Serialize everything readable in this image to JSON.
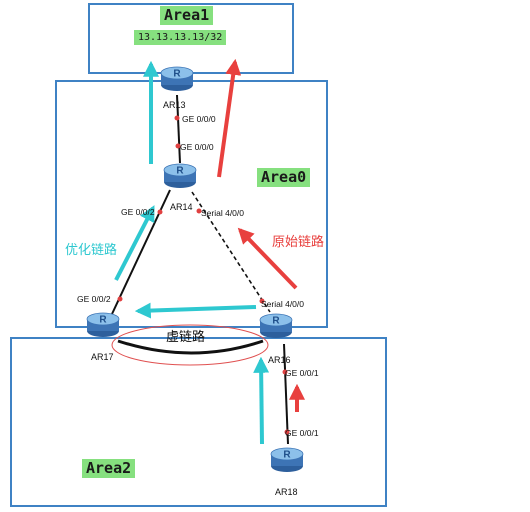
{
  "areas": {
    "area1": {
      "label": "Area1",
      "prefix": "13.13.13.13/32"
    },
    "area0": {
      "label": "Area0"
    },
    "area2": {
      "label": "Area2"
    }
  },
  "routers": {
    "ar13": {
      "name": "AR13",
      "glyph": "R"
    },
    "ar14": {
      "name": "AR14",
      "glyph": "R"
    },
    "ar16": {
      "name": "AR16",
      "glyph": "R"
    },
    "ar17": {
      "name": "AR17",
      "glyph": "R"
    },
    "ar18": {
      "name": "AR18",
      "glyph": "R"
    }
  },
  "interfaces": {
    "ar13_ge000": "GE 0/0/0",
    "ar14_ge000": "GE 0/0/0",
    "ar14_ge002": "GE 0/0/2",
    "ar14_serial400": "Serial 4/0/0",
    "ar17_ge002": "GE 0/0/2",
    "ar16_serial400": "Serial 4/0/0",
    "ar16_ge001": "GE 0/0/1",
    "ar18_ge001": "GE 0/0/1"
  },
  "annotations": {
    "optimized_path": "优化链路",
    "original_path": "原始链路",
    "virtual_link": "虚链路"
  },
  "colors": {
    "area_border": "#3f82c4",
    "area_label_bg": "#86e07f",
    "optimized": "#2ec8d0",
    "original": "#e8403e",
    "virtual_link_ellipse": "#e05050",
    "router_body": "#4a86c8"
  }
}
